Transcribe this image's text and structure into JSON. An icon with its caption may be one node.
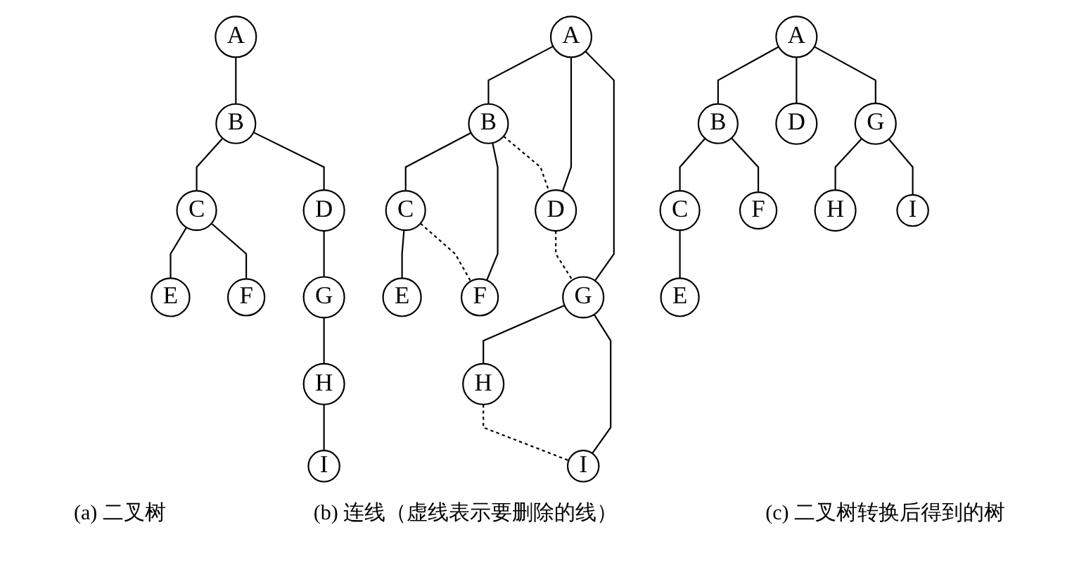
{
  "diagram": {
    "nodes": [
      {
        "text": [
          "A"
        ]
      },
      {
        "text": [
          "B"
        ]
      },
      {
        "text": [
          "C"
        ]
      },
      {
        "text": [
          "D"
        ]
      },
      {
        "text": [
          "E"
        ]
      },
      {
        "text": [
          "F"
        ]
      },
      {
        "text": [
          "G"
        ]
      },
      {
        "text": [
          "H"
        ]
      },
      {
        "text": [
          "I"
        ]
      },
      {
        "text": [
          "A"
        ]
      },
      {
        "text": [
          "B"
        ]
      },
      {
        "text": [
          "C"
        ]
      },
      {
        "text": [
          "D"
        ]
      },
      {
        "text": [
          "E"
        ]
      },
      {
        "text": [
          "F"
        ]
      },
      {
        "text": [
          "G"
        ]
      },
      {
        "text": [
          "H"
        ]
      },
      {
        "text": [
          "I"
        ]
      },
      {
        "text": [
          "A"
        ]
      },
      {
        "text": [
          "B"
        ]
      },
      {
        "text": [
          "C"
        ]
      },
      {
        "text": [
          "D"
        ]
      },
      {
        "text": [
          "E"
        ]
      },
      {
        "text": [
          "F"
        ]
      },
      {
        "text": [
          "G"
        ]
      },
      {
        "text": [
          "H"
        ]
      },
      {
        "text": [
          "I"
        ]
      }
    ],
    "edges": [
      {
        "from": 0,
        "to": 1,
        "arrow": "none"
      },
      {
        "from": 1,
        "to": 2,
        "arrow": "none"
      },
      {
        "from": 1,
        "to": 3,
        "arrow": "none"
      },
      {
        "from": 2,
        "to": 4,
        "arrow": "none"
      },
      {
        "from": 2,
        "to": 5,
        "arrow": "none"
      },
      {
        "from": 3,
        "to": 6,
        "arrow": "none"
      },
      {
        "from": 6,
        "to": 7,
        "arrow": "none"
      },
      {
        "from": 7,
        "to": 8,
        "arrow": "none"
      },
      {
        "from": 9,
        "to": 10,
        "arrow": "none"
      },
      {
        "from": 9,
        "to": 12,
        "arrow": "none"
      },
      {
        "from": 9,
        "to": 15,
        "arrow": "none"
      },
      {
        "from": 10,
        "to": 11,
        "arrow": "none"
      },
      {
        "from": 10,
        "to": 14,
        "arrow": "none"
      },
      {
        "from": 10,
        "to": 12,
        "arrow": "none",
        "style": "dashed"
      },
      {
        "from": 11,
        "to": 13,
        "arrow": "none"
      },
      {
        "from": 11,
        "to": 14,
        "arrow": "none",
        "style": "dashed"
      },
      {
        "from": 12,
        "to": 15,
        "arrow": "none",
        "style": "dashed"
      },
      {
        "from": 15,
        "to": 16,
        "arrow": "none"
      },
      {
        "from": 15,
        "to": 17,
        "arrow": "none"
      },
      {
        "from": 16,
        "to": 17,
        "arrow": "none",
        "style": "dashed"
      },
      {
        "from": 18,
        "to": 19,
        "arrow": "none"
      },
      {
        "from": 18,
        "to": 21,
        "arrow": "none"
      },
      {
        "from": 18,
        "to": 24,
        "arrow": "none"
      },
      {
        "from": 19,
        "to": 20,
        "arrow": "none"
      },
      {
        "from": 19,
        "to": 23,
        "arrow": "none"
      },
      {
        "from": 20,
        "to": 22,
        "arrow": "none"
      },
      {
        "from": 24,
        "to": 25,
        "arrow": "none"
      },
      {
        "from": 24,
        "to": 26,
        "arrow": "none"
      }
    ],
    "labels": [
      "(a) 二叉树",
      "(b) 连线（虚线表示要删除的线）",
      "(c) 二叉树转换后得到的树"
    ]
  }
}
